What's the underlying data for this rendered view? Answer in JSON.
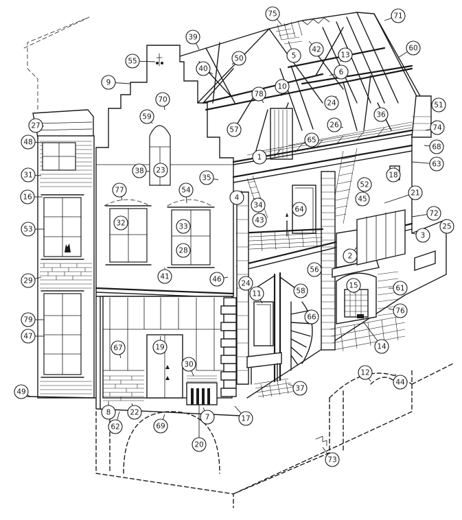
{
  "colors": {
    "ink": "#1a1a1a",
    "paper": "#ffffff"
  },
  "callouts": [
    {
      "label": "1"
    },
    {
      "label": "2"
    },
    {
      "label": "3"
    },
    {
      "label": "4"
    },
    {
      "label": "5"
    },
    {
      "label": "6"
    },
    {
      "label": "7"
    },
    {
      "label": "8"
    },
    {
      "label": "9"
    },
    {
      "label": "10"
    },
    {
      "label": "11"
    },
    {
      "label": "12"
    },
    {
      "label": "13"
    },
    {
      "label": "14"
    },
    {
      "label": "15"
    },
    {
      "label": "16"
    },
    {
      "label": "17"
    },
    {
      "label": "18"
    },
    {
      "label": "19"
    },
    {
      "label": "20"
    },
    {
      "label": "21"
    },
    {
      "label": "22"
    },
    {
      "label": "23"
    },
    {
      "label": "24"
    },
    {
      "label": "24"
    },
    {
      "label": "25"
    },
    {
      "label": "26"
    },
    {
      "label": "27"
    },
    {
      "label": "28"
    },
    {
      "label": "29"
    },
    {
      "label": "30"
    },
    {
      "label": "31"
    },
    {
      "label": "32"
    },
    {
      "label": "33"
    },
    {
      "label": "34"
    },
    {
      "label": "35"
    },
    {
      "label": "36"
    },
    {
      "label": "37"
    },
    {
      "label": "38"
    },
    {
      "label": "39"
    },
    {
      "label": "40"
    },
    {
      "label": "41"
    },
    {
      "label": "42"
    },
    {
      "label": "43"
    },
    {
      "label": "44"
    },
    {
      "label": "45"
    },
    {
      "label": "46"
    },
    {
      "label": "47"
    },
    {
      "label": "48"
    },
    {
      "label": "49"
    },
    {
      "label": "50"
    },
    {
      "label": "51"
    },
    {
      "label": "52"
    },
    {
      "label": "53"
    },
    {
      "label": "54"
    },
    {
      "label": "55"
    },
    {
      "label": "56"
    },
    {
      "label": "57"
    },
    {
      "label": "58"
    },
    {
      "label": "59"
    },
    {
      "label": "60"
    },
    {
      "label": "61"
    },
    {
      "label": "62"
    },
    {
      "label": "63"
    },
    {
      "label": "64"
    },
    {
      "label": "65"
    },
    {
      "label": "66"
    },
    {
      "label": "67"
    },
    {
      "label": "68"
    },
    {
      "label": "69"
    },
    {
      "label": "70"
    },
    {
      "label": "71"
    },
    {
      "label": "72"
    },
    {
      "label": "73"
    },
    {
      "label": "74"
    },
    {
      "label": "75"
    },
    {
      "label": "76"
    },
    {
      "label": "77"
    },
    {
      "label": "78"
    },
    {
      "label": "79"
    }
  ]
}
